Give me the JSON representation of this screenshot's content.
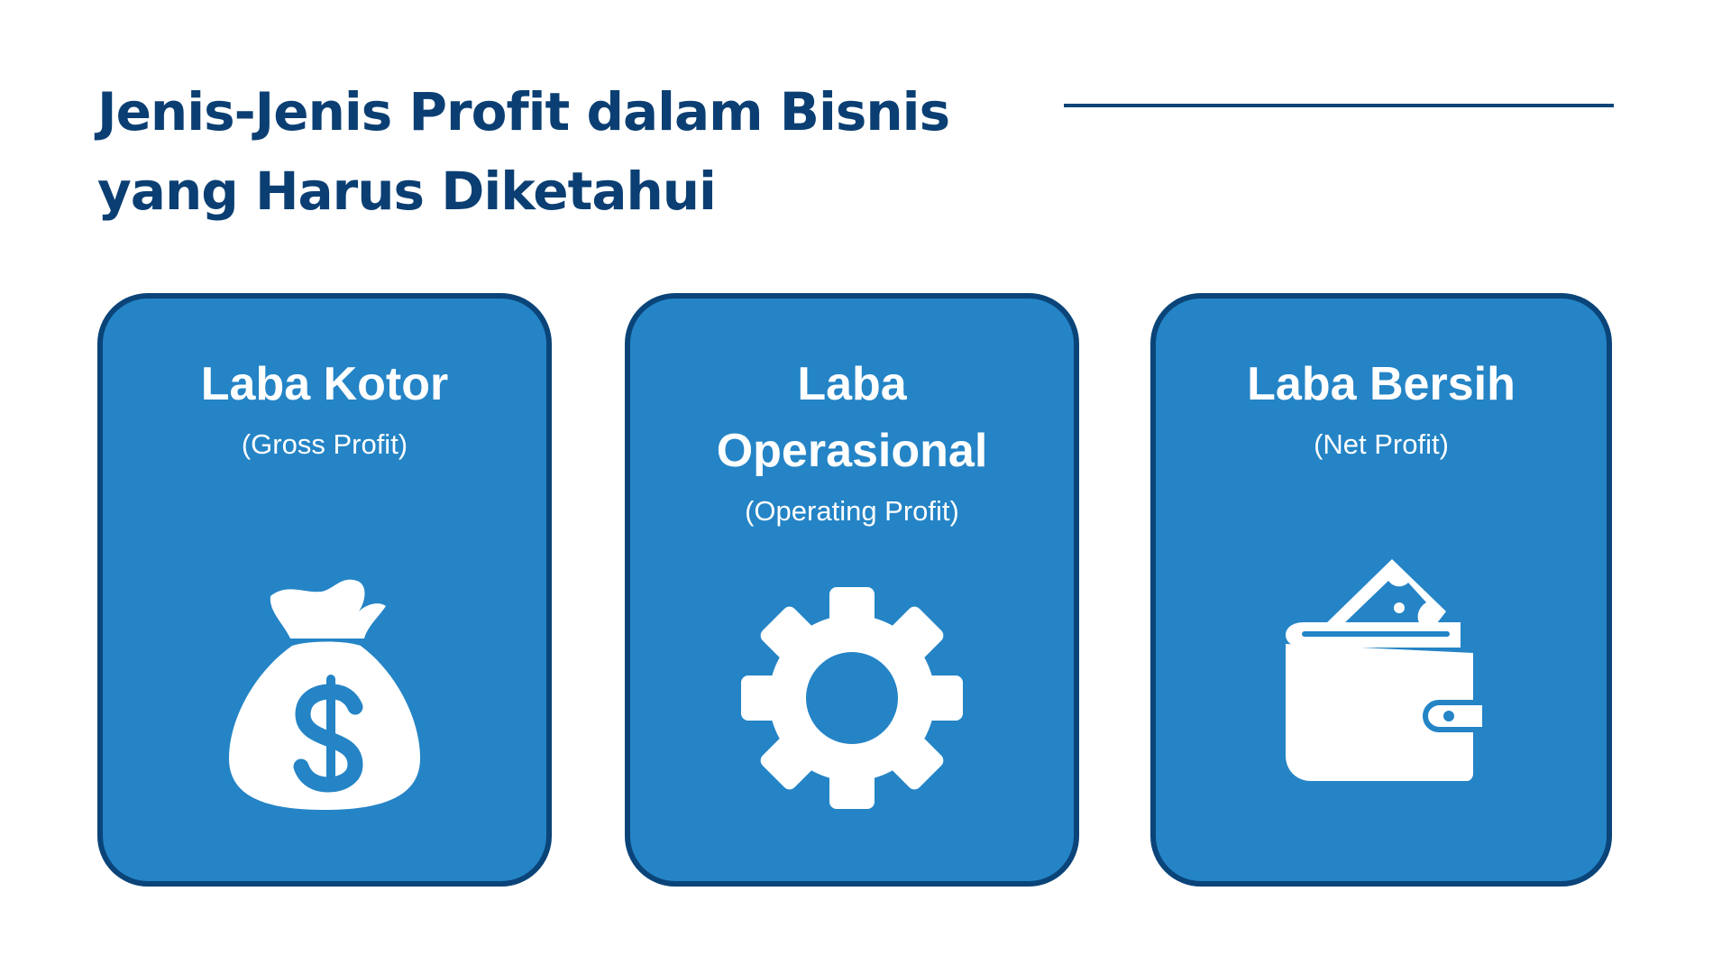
{
  "header": {
    "title_lines": [
      "Jenis-Jenis Profit dalam Bisnis",
      "yang Harus Diketahui"
    ]
  },
  "colors": {
    "title": "#0b3f73",
    "card_fill": "#2484c6",
    "card_border": "#0a4479",
    "rule": "#0b4477"
  },
  "cards": [
    {
      "title_lines": [
        "Laba Kotor"
      ],
      "subtitle": "(Gross Profit)",
      "icon": "money-bag-icon"
    },
    {
      "title_lines": [
        "Laba",
        "Operasional"
      ],
      "subtitle": "(Operating Profit)",
      "icon": "gear-icon"
    },
    {
      "title_lines": [
        "Laba Bersih"
      ],
      "subtitle": "(Net Profit)",
      "icon": "wallet-icon"
    }
  ]
}
